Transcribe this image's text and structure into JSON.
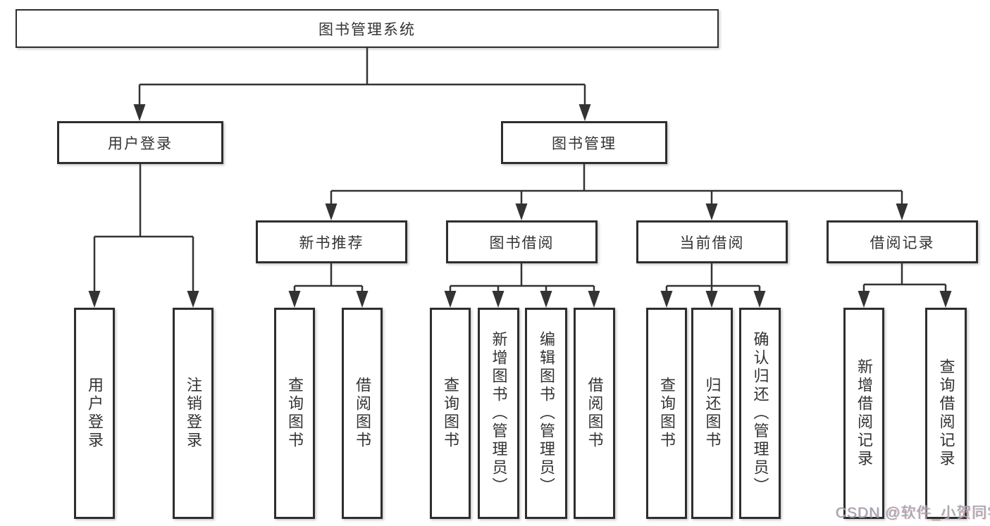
{
  "diagram": {
    "watermark": "CSDN @软件_小贺同学",
    "colors": {
      "line": "#333333",
      "box_border": "#2e2e2e",
      "text": "#333333",
      "background": "#ffffff",
      "watermark": "#a4a4a8"
    },
    "nodes": [
      {
        "id": "root",
        "label": "图书管理系统"
      },
      {
        "id": "user-login-branch",
        "label": "用户登录"
      },
      {
        "id": "book-mgmt-branch",
        "label": "图书管理"
      },
      {
        "id": "new-book-rec",
        "label": "新书推荐"
      },
      {
        "id": "book-borrow",
        "label": "图书借阅"
      },
      {
        "id": "current-borrow",
        "label": "当前借阅"
      },
      {
        "id": "borrow-records",
        "label": "借阅记录"
      },
      {
        "id": "leaf-user-login",
        "label": "用户登录"
      },
      {
        "id": "leaf-logout",
        "label": "注销登录"
      },
      {
        "id": "leaf-query-books-1",
        "label": "查询图书"
      },
      {
        "id": "leaf-borrow-books-1",
        "label": "借阅图书"
      },
      {
        "id": "leaf-query-books-2",
        "label": "查询图书"
      },
      {
        "id": "leaf-add-book",
        "label": "新增图书（管理员）"
      },
      {
        "id": "leaf-edit-book",
        "label": "编辑图书（管理员）"
      },
      {
        "id": "leaf-borrow-books-2",
        "label": "借阅图书"
      },
      {
        "id": "leaf-query-books-3",
        "label": "查询图书"
      },
      {
        "id": "leaf-return-book",
        "label": "归还图书"
      },
      {
        "id": "leaf-confirm-return",
        "label": "确认归还（管理员）"
      },
      {
        "id": "leaf-add-borrow-rec",
        "label": "新增借阅记录"
      },
      {
        "id": "leaf-query-borrow-rec",
        "label": "查询借阅记录"
      }
    ]
  }
}
